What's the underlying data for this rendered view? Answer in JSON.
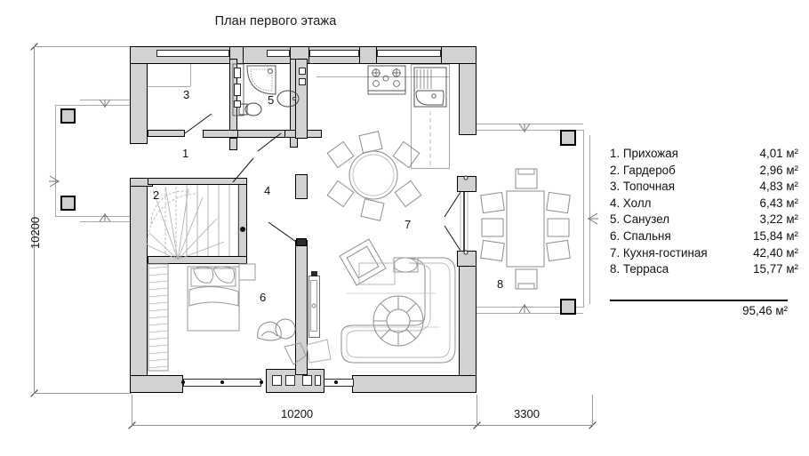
{
  "title": "План первого этажа",
  "legend": {
    "rows": [
      {
        "name": "1. Прихожая",
        "area": "4,01 м²"
      },
      {
        "name": "2. Гардероб",
        "area": "2,96 м²"
      },
      {
        "name": "3. Топочная",
        "area": "4,83 м²"
      },
      {
        "name": "4. Холл",
        "area": "6,43 м²"
      },
      {
        "name": "5. Санузел",
        "area": "3,22 м²"
      },
      {
        "name": "6. Спальня",
        "area": "15,84 м²"
      },
      {
        "name": "7. Кухня-гостиная",
        "area": "42,40 м²"
      },
      {
        "name": "8. Терраса",
        "area": "15,77 м²"
      }
    ],
    "total": "95,46 м²"
  },
  "room_numbers": {
    "n1": "1",
    "n2": "2",
    "n3": "3",
    "n4": "4",
    "n5": "5",
    "n6": "6",
    "n7": "7",
    "n8": "8"
  },
  "dimensions": {
    "left_vertical": "10200",
    "bottom_main": "10200",
    "bottom_terrace": "3300"
  },
  "colors": {
    "wall_fill": "#d2d2d2",
    "wall_stroke": "#000000",
    "furniture_stroke": "#8d8d8d",
    "dimension_line": "#8c8c8c",
    "text": "#111111"
  }
}
